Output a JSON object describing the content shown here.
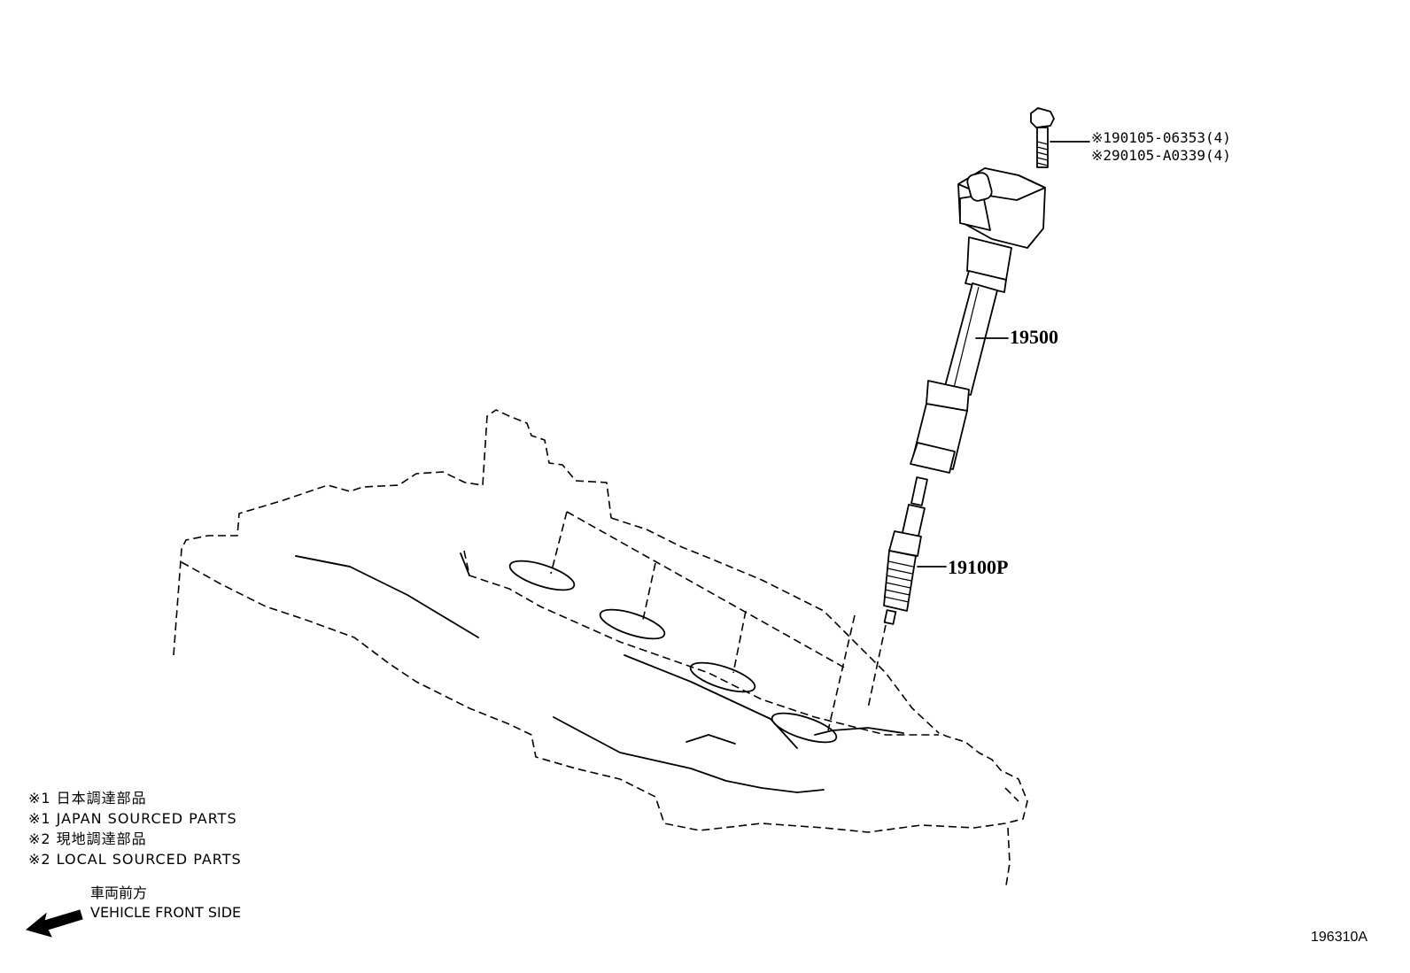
{
  "parts": {
    "bolt": {
      "ref1": "※190105-06353(4)",
      "ref2": "※290105-A0339(4)",
      "icon": "bolt-icon"
    },
    "ignition_coil": {
      "number": "19500",
      "icon": "ignition-coil-icon"
    },
    "spark_plug": {
      "number": "19100P",
      "icon": "spark-plug-icon"
    },
    "cylinder_head": {
      "icon": "cylinder-head-icon"
    }
  },
  "legend": [
    "※1 日本調達部品",
    "※1 JAPAN SOURCED PARTS",
    "※2 現地調達部品",
    "※2 LOCAL SOURCED PARTS"
  ],
  "front_indicator": {
    "label_jp": "車両前方",
    "label_en": "VEHICLE FRONT SIDE",
    "icon": "arrow-left-icon"
  },
  "diagram_id": "196310A"
}
